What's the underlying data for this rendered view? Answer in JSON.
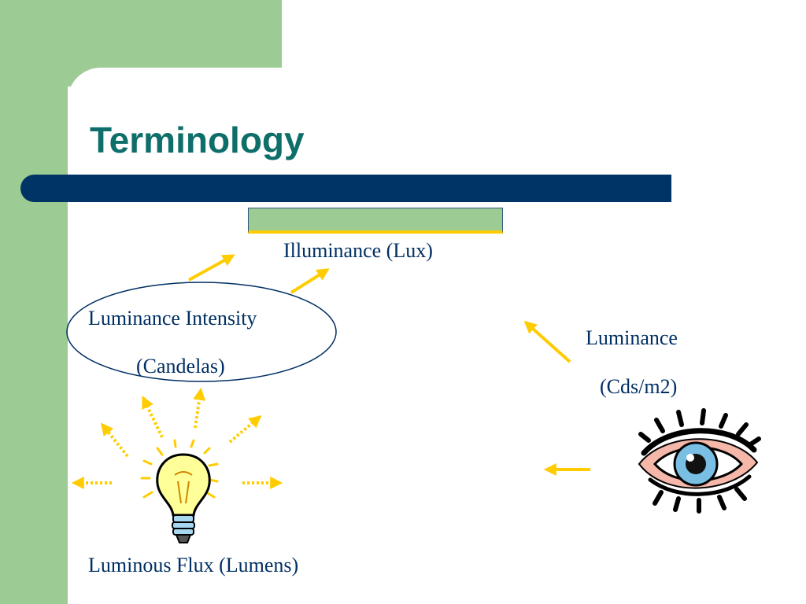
{
  "slide": {
    "title": "Terminology"
  },
  "diagram": {
    "illuminance": "Illuminance (Lux)",
    "luminance_intensity_line1": "Luminance Intensity",
    "luminance_intensity_line2": "(Candelas)",
    "luminance_line1": "Luminance",
    "luminance_line2": "(Cds/m2)",
    "luminous_flux": "Luminous Flux (Lumens)"
  },
  "icons": {
    "light_source": "light-bulb-icon",
    "observer": "eye-icon"
  },
  "colors": {
    "green_accent": "#9ccc94",
    "title_bar": "#003466",
    "title_text": "#0e6e6a",
    "label_text": "#002f63",
    "arrow": "#ffcc00"
  }
}
